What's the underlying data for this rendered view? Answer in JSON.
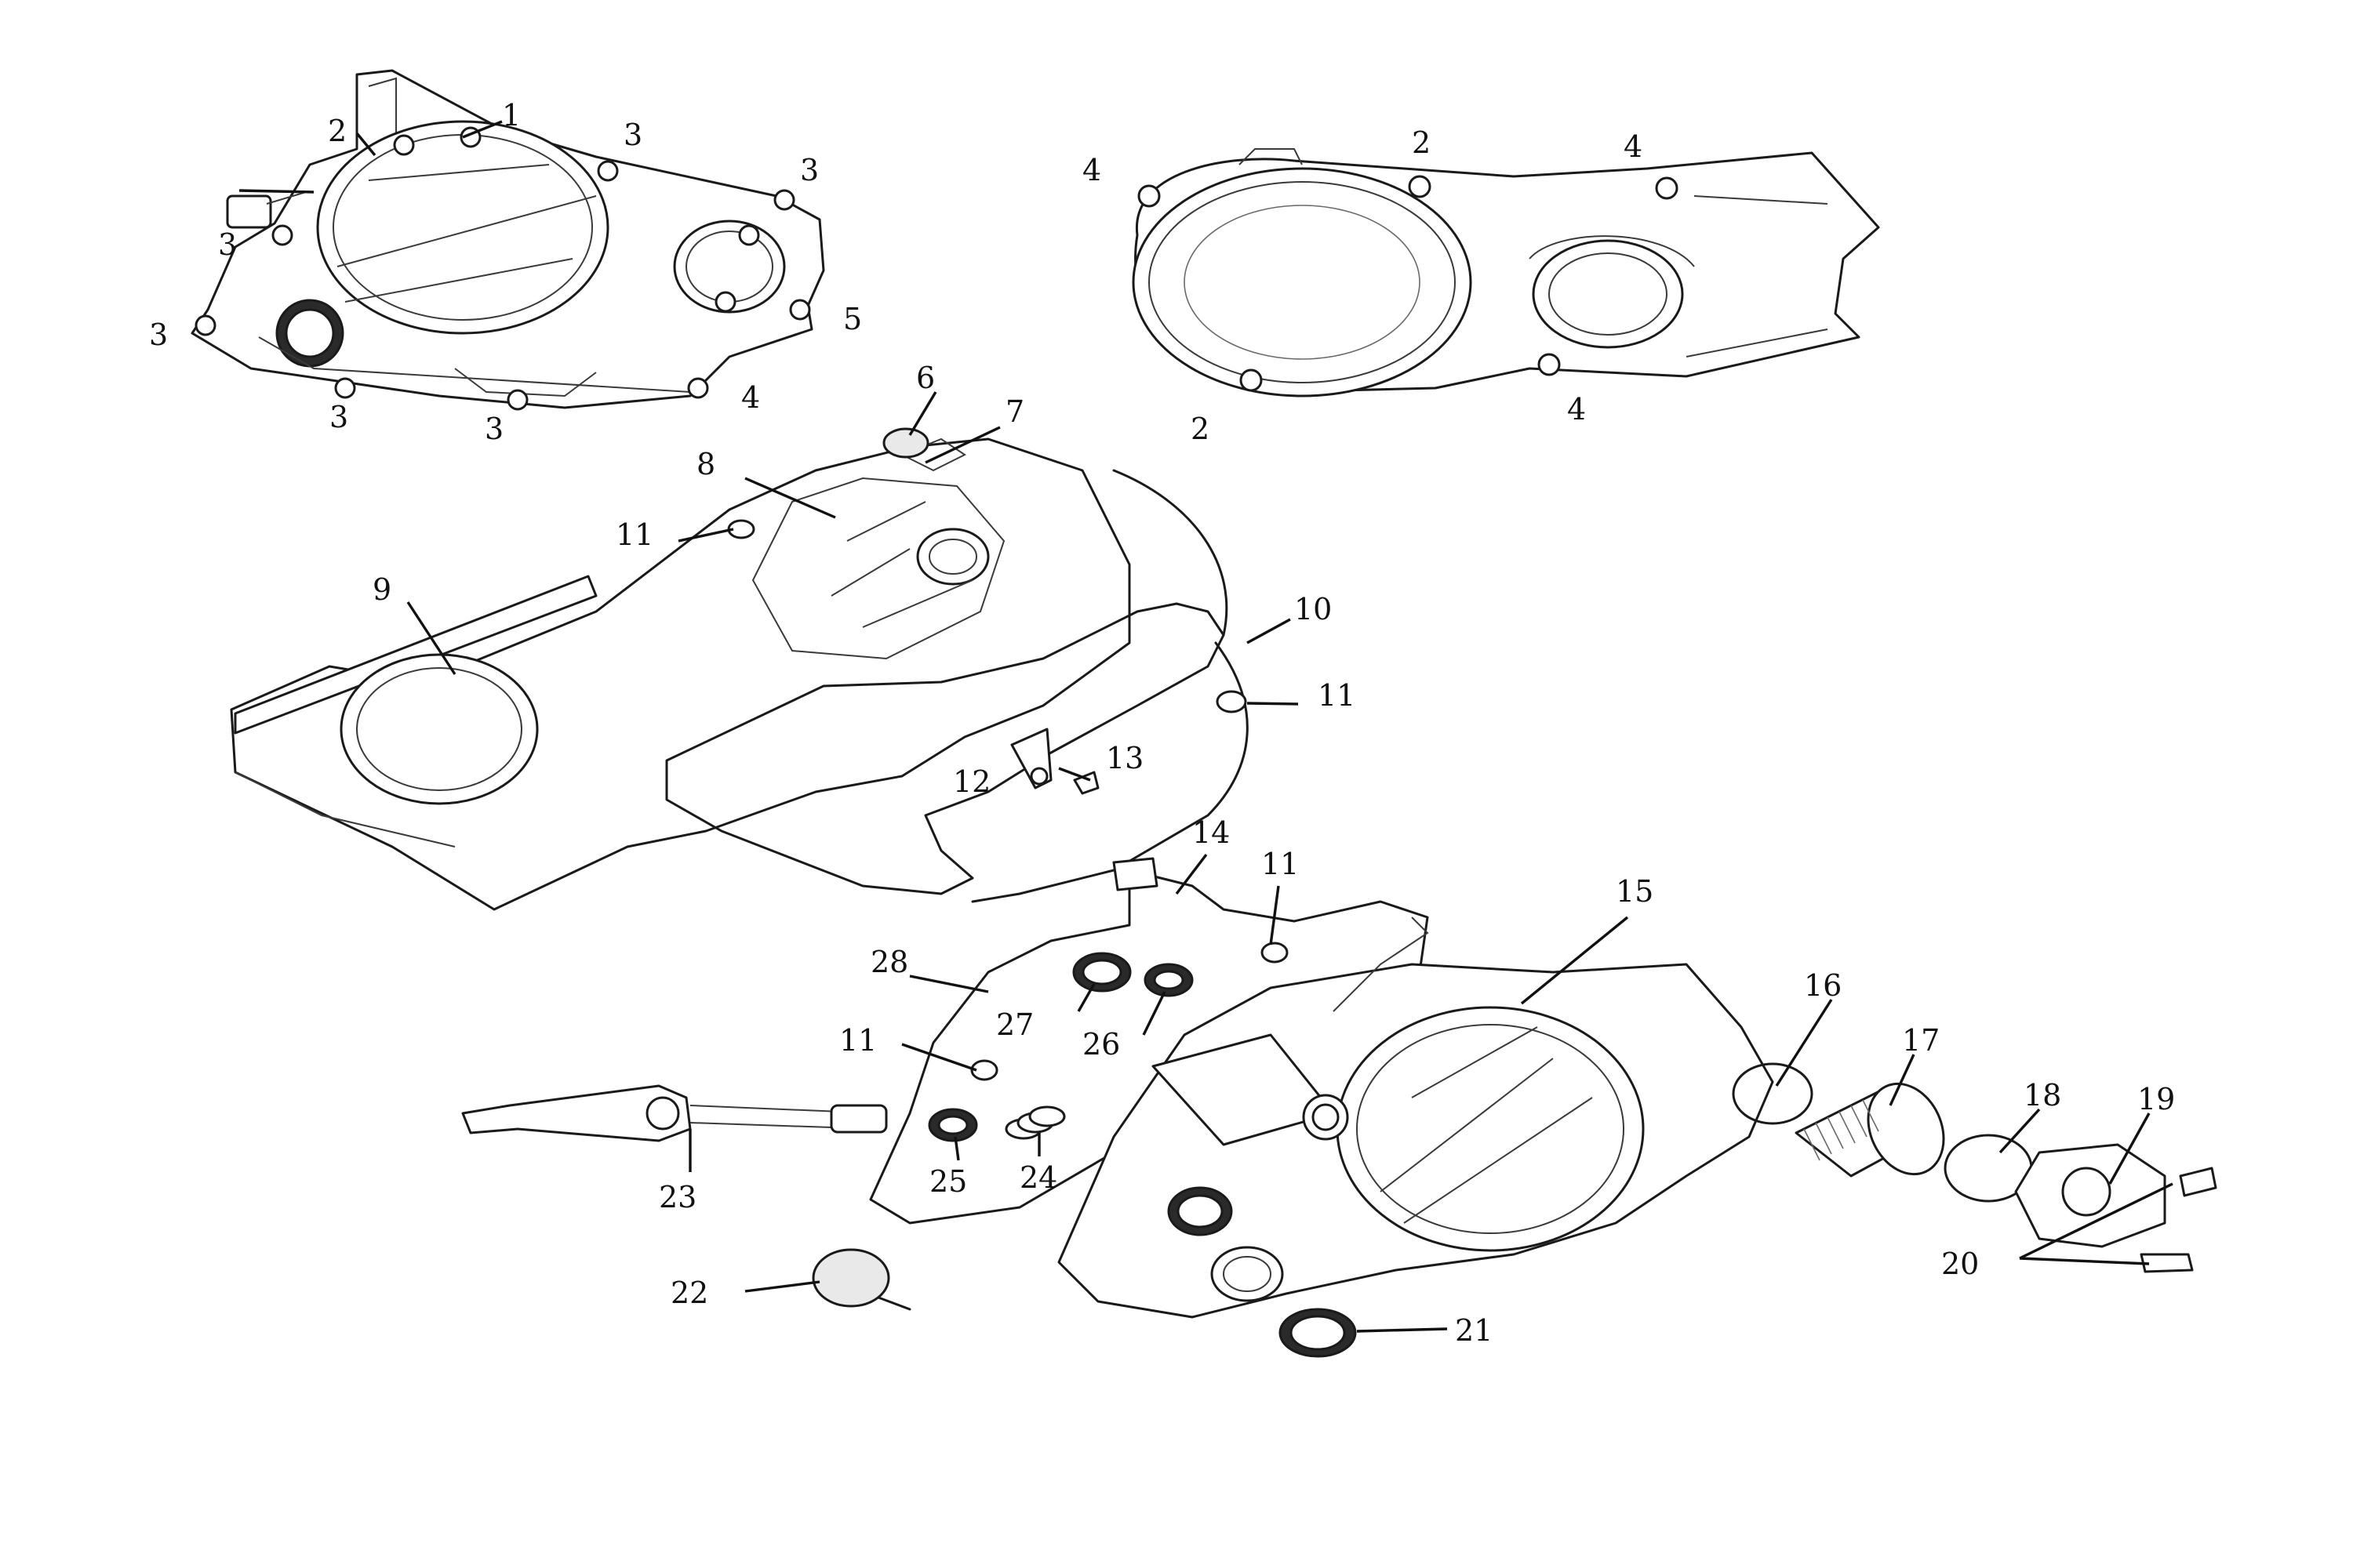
{
  "diagram": {
    "callouts": [
      {
        "id": "c1",
        "text": "1"
      },
      {
        "id": "c2a",
        "text": "2"
      },
      {
        "id": "c3a",
        "text": "3"
      },
      {
        "id": "c3b",
        "text": "3"
      },
      {
        "id": "c3c",
        "text": "3"
      },
      {
        "id": "c3d",
        "text": "3"
      },
      {
        "id": "c3e",
        "text": "3"
      },
      {
        "id": "c3f",
        "text": "3"
      },
      {
        "id": "c5",
        "text": "5"
      },
      {
        "id": "c4a",
        "text": "4"
      },
      {
        "id": "c4b",
        "text": "4"
      },
      {
        "id": "c2b",
        "text": "2"
      },
      {
        "id": "c4c",
        "text": "4"
      },
      {
        "id": "c2c",
        "text": "2"
      },
      {
        "id": "c4d",
        "text": "4"
      },
      {
        "id": "c6",
        "text": "6"
      },
      {
        "id": "c7",
        "text": "7"
      },
      {
        "id": "c8",
        "text": "8"
      },
      {
        "id": "c11a",
        "text": "11"
      },
      {
        "id": "c9",
        "text": "9"
      },
      {
        "id": "c10",
        "text": "10"
      },
      {
        "id": "c11b",
        "text": "11"
      },
      {
        "id": "c12",
        "text": "12"
      },
      {
        "id": "c13",
        "text": "13"
      },
      {
        "id": "c14",
        "text": "14"
      },
      {
        "id": "c11c",
        "text": "11"
      },
      {
        "id": "c15",
        "text": "15"
      },
      {
        "id": "c28",
        "text": "28"
      },
      {
        "id": "c27",
        "text": "27"
      },
      {
        "id": "c26",
        "text": "26"
      },
      {
        "id": "c16",
        "text": "16"
      },
      {
        "id": "c17",
        "text": "17"
      },
      {
        "id": "c18",
        "text": "18"
      },
      {
        "id": "c19",
        "text": "19"
      },
      {
        "id": "c11d",
        "text": "11"
      },
      {
        "id": "c23",
        "text": "23"
      },
      {
        "id": "c25",
        "text": "25"
      },
      {
        "id": "c24",
        "text": "24"
      },
      {
        "id": "c20",
        "text": "20"
      },
      {
        "id": "c22",
        "text": "22"
      },
      {
        "id": "c21",
        "text": "21"
      }
    ]
  }
}
